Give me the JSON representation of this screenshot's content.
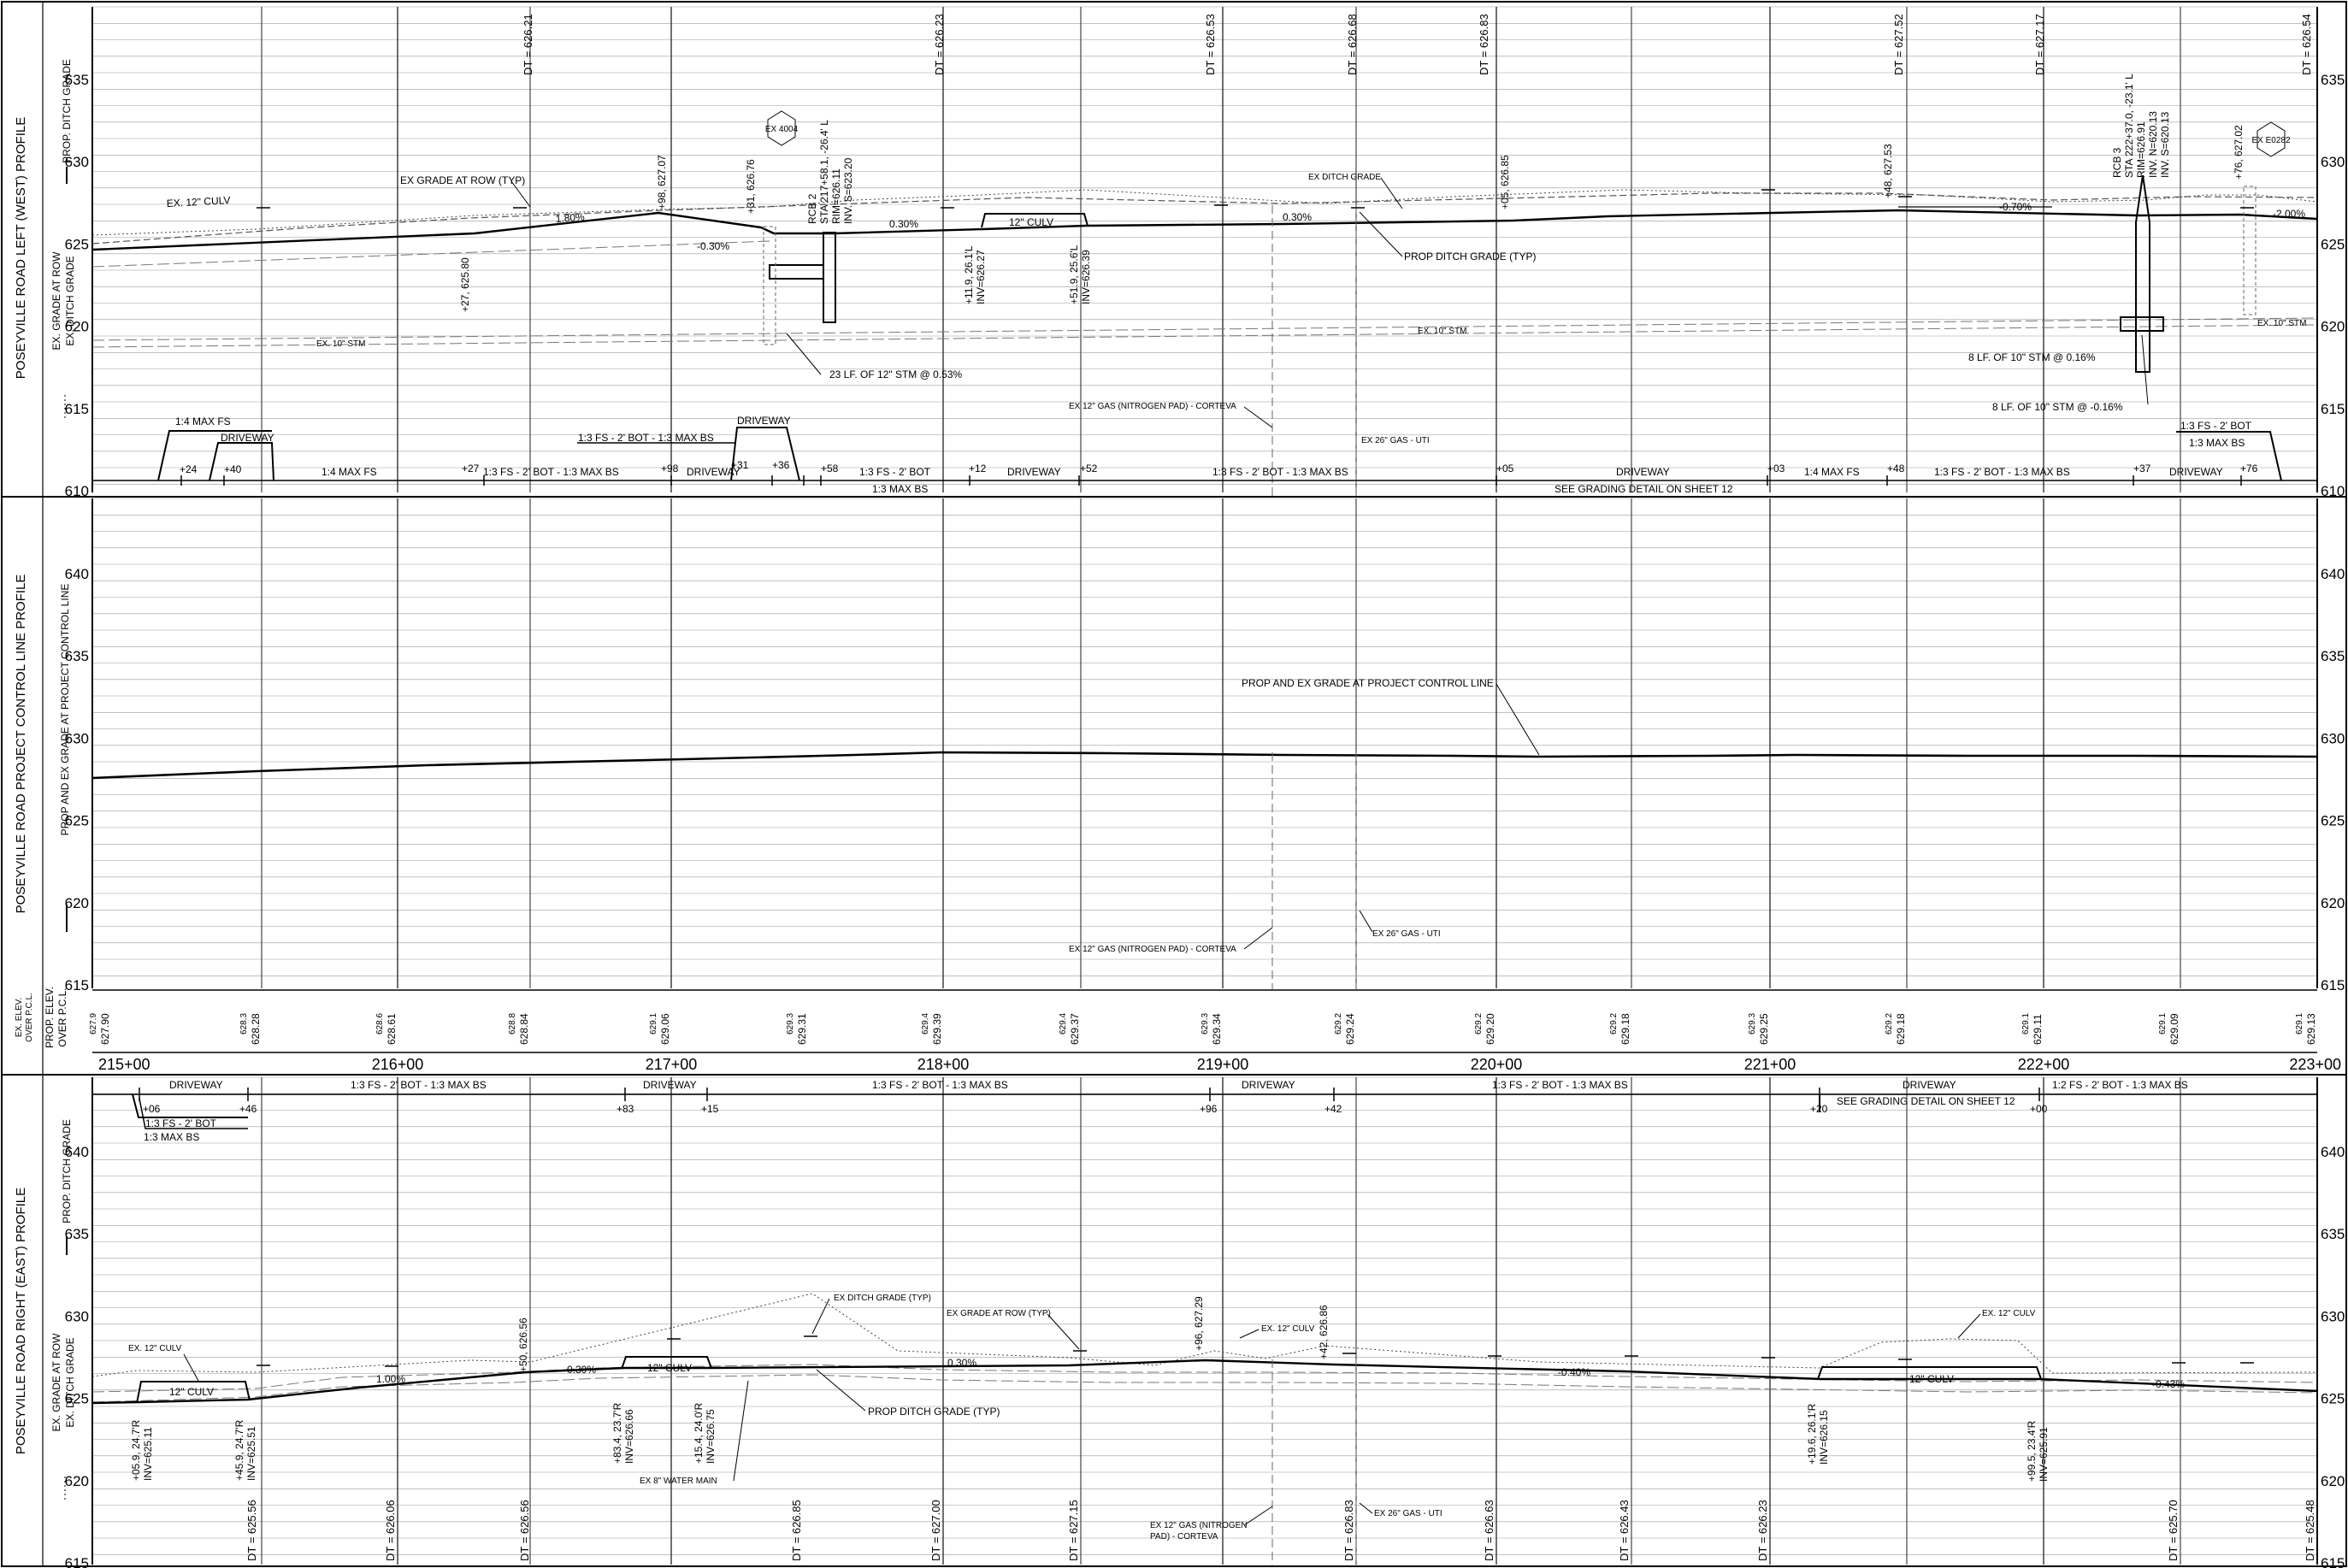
{
  "colors": {
    "ink": "#000000",
    "grid": "#6b6b6b",
    "dash": "#7a7a7a",
    "grade": "#111111"
  },
  "profiles": {
    "west": {
      "title": "POSEYVILLE ROAD LEFT (WEST) PROFILE",
      "legend": [
        "EX. GRADE AT ROW",
        "EX. DITCH GRADE",
        "PROP. DITCH GRADE"
      ],
      "elevations": [
        "635",
        "630",
        "625",
        "620",
        "615",
        "610"
      ],
      "dt_labels": [
        "DT = 626.21",
        "DT = 626.23",
        "DT = 626.53",
        "DT = 626.68",
        "DT = 626.83",
        "DT = 627.52",
        "DT = 627.17",
        "DT = 626.54"
      ],
      "annotations": {
        "ex_grade_row": "EX GRADE AT ROW (TYP)",
        "ex_12_culv": "EX. 12\" CULV",
        "slope_180": "1.80%",
        "pt_98": "+98, 627.07",
        "pt_27": "+27, 625.80",
        "pt_31": "+31, 626.76",
        "slope_m030": "-0.30%",
        "ex4004": "EX 4004",
        "rcb2": [
          "RCB 2",
          "STA 217+58.1, -26.4' L",
          "RIM=626.11",
          "INV. S=623.20"
        ],
        "slope_030a": "0.30%",
        "culv_12": "12\" CULV",
        "pt_119": [
          "+11.9, 26.1'L",
          "INV=626.27"
        ],
        "pt_519": [
          "+51.9, 25.6'L",
          "INV=626.39"
        ],
        "slope_030b": "0.30%",
        "ex_ditch_grade": "EX DITCH GRADE",
        "prop_ditch": "PROP DITCH GRADE (TYP)",
        "pt_05": "+05, 626.85",
        "pt_48": "+48, 627.53",
        "slope_m070": "-0.70%",
        "rcb3": [
          "RCB 3",
          "STA 222+37.0, -23.1' L",
          "RIM=626.91",
          "INV. N=620.13",
          "INV. S=620.13"
        ],
        "pt_76": "+76, 627.02",
        "ex0282": "EX E0282",
        "slope_m200": "-2.00%",
        "ex10_stm": "EX. 10\" STM",
        "stm_23": "23 LF. OF 12\" STM @ 0.53%",
        "stm_8a": "8 LF. OF 10\" STM @ 0.16%",
        "stm_8b": "8 LF. OF 10\" STM @ -0.16%",
        "gas12": "EX 12\" GAS (NITROGEN PAD) - CORTEVA",
        "gas26": "EX 26\" GAS - UTI"
      },
      "bottom_labels": [
        "1:4 MAX FS",
        "DRIVEWAY",
        "+24",
        "+40",
        "1:4 MAX FS",
        "+27",
        "1:3 FS - 2' BOT - 1:3 MAX BS",
        "+98",
        "1:3 FS - 2' BOT - 1:3 MAX BS",
        "DRIVEWAY",
        "DRIVEWAY",
        "+31",
        "+36",
        "+58",
        "1:3 FS - 2' BOT",
        "1:3 MAX BS",
        "+12",
        "DRIVEWAY",
        "+52",
        "1:3 FS - 2' BOT - 1:3 MAX BS",
        "+05",
        "DRIVEWAY",
        "SEE GRADING DETAIL ON SHEET 12",
        "+03",
        "1:4 MAX FS",
        "+48",
        "1:3 FS - 2' BOT - 1:3 MAX BS",
        "+37",
        "DRIVEWAY",
        "+76",
        "1:3 FS - 2' BOT",
        "1:3 MAX BS"
      ]
    },
    "control": {
      "title": "POSEYVILLE ROAD PROJECT CONTROL LINE PROFILE",
      "legend": "PROP AND EX GRADE AT PROJECT CONTROL LINE",
      "elevations": [
        "640",
        "635",
        "630",
        "625",
        "620",
        "615"
      ],
      "callout": "PROP AND EX GRADE AT PROJECT CONTROL LINE",
      "gas12": "EX 12\" GAS (NITROGEN PAD) - CORTEVA",
      "gas26": "EX 26\" GAS - UTI"
    },
    "elev_row": {
      "label_ex": [
        "EX. ELEV.",
        "OVER P.C.L."
      ],
      "label_prop": [
        "PROP. ELEV.",
        "OVER P.C.L."
      ],
      "ex_values": [
        "627.9",
        "628.3",
        "628.6",
        "628.8",
        "629.1",
        "629.3",
        "629.4",
        "629.4",
        "629.3",
        "629.2",
        "629.2",
        "629.2",
        "629.3",
        "629.2",
        "629.1",
        "629.1",
        "629.1"
      ],
      "prop_values": [
        "627.90",
        "628.28",
        "628.61",
        "628.84",
        "629.06",
        "629.31",
        "629.39",
        "629.37",
        "629.34",
        "629.24",
        "629.20",
        "629.18",
        "629.25",
        "629.18",
        "629.11",
        "629.09",
        "629.13"
      ]
    },
    "stations": [
      "215+00",
      "216+00",
      "217+00",
      "218+00",
      "219+00",
      "220+00",
      "221+00",
      "222+00",
      "223+00"
    ],
    "east": {
      "title": "POSEYVILLE ROAD RIGHT (EAST) PROFILE",
      "legend": [
        "EX. GRADE AT ROW",
        "EX. DITCH GRADE",
        "PROP. DITCH GRADE"
      ],
      "elevations": [
        "640",
        "635",
        "630",
        "625",
        "620",
        "615"
      ],
      "top_labels": [
        "DRIVEWAY",
        "1:3 FS - 2' BOT - 1:3 MAX BS",
        "DRIVEWAY",
        "1:3 FS - 2' BOT - 1:3 MAX BS",
        "DRIVEWAY",
        "1:3 FS - 2' BOT - 1:3 MAX BS",
        "DRIVEWAY",
        "SEE GRADING DETAIL ON SHEET 12",
        "1:2 FS - 2' BOT - 1:3 MAX BS",
        "+06",
        "+46",
        "1:3 FS - 2' BOT",
        "1:3 MAX BS",
        "+83",
        "+15",
        "+96",
        "+42",
        "+20",
        "+00"
      ],
      "dt_labels": [
        "DT = 625.56",
        "DT = 626.06",
        "DT = 626.56",
        "DT = 626.85",
        "DT = 627.00",
        "DT = 627.15",
        "DT = 626.83",
        "DT = 626.63",
        "DT = 626.43",
        "DT = 626.23",
        "DT = 625.70",
        "DT = 625.48"
      ],
      "annotations": {
        "ex12a": "EX. 12\" CULV",
        "culv_a": "12\" CULV",
        "slope_100": "1.00%",
        "pt_50": "+50, 626.56",
        "slope_030a": "0.30%",
        "culv_b": "12\" CULV",
        "ex_ditch": "EX DITCH GRADE (TYP)",
        "ex_row": "EX GRADE AT ROW (TYP)",
        "slope_030b": "0.30%",
        "pt_96": "+96, 627.29",
        "ex12b": "EX. 12\" CULV",
        "pt_42": "+42, 626.86",
        "slope_m040": "-0.40%",
        "ex12c": "EX. 12\" CULV",
        "culv_c": "12\" CULV",
        "slope_m043": "-0.43%",
        "prop_ditch": "PROP DITCH GRADE (TYP)",
        "pt_059": [
          "+05.9, 24.7'R",
          "INV=625.11"
        ],
        "pt_459": [
          "+45.9, 24.7'R",
          "INV=625.51"
        ],
        "pt_834": [
          "+83.4, 23.7'R",
          "INV=626.66"
        ],
        "pt_154": [
          "+15.4, 24.0'R",
          "INV=626.75"
        ],
        "pt_196": [
          "+19.6, 26.1'R",
          "INV=626.15"
        ],
        "pt_995": [
          "+99.5, 23.4'R",
          "INV=625.91"
        ],
        "water": "EX 8\" WATER MAIN",
        "gas12": [
          "EX 12\" GAS (NITROGEN",
          "PAD) - CORTEVA"
        ],
        "gas26": "EX 26\" GAS - UTI"
      }
    }
  }
}
